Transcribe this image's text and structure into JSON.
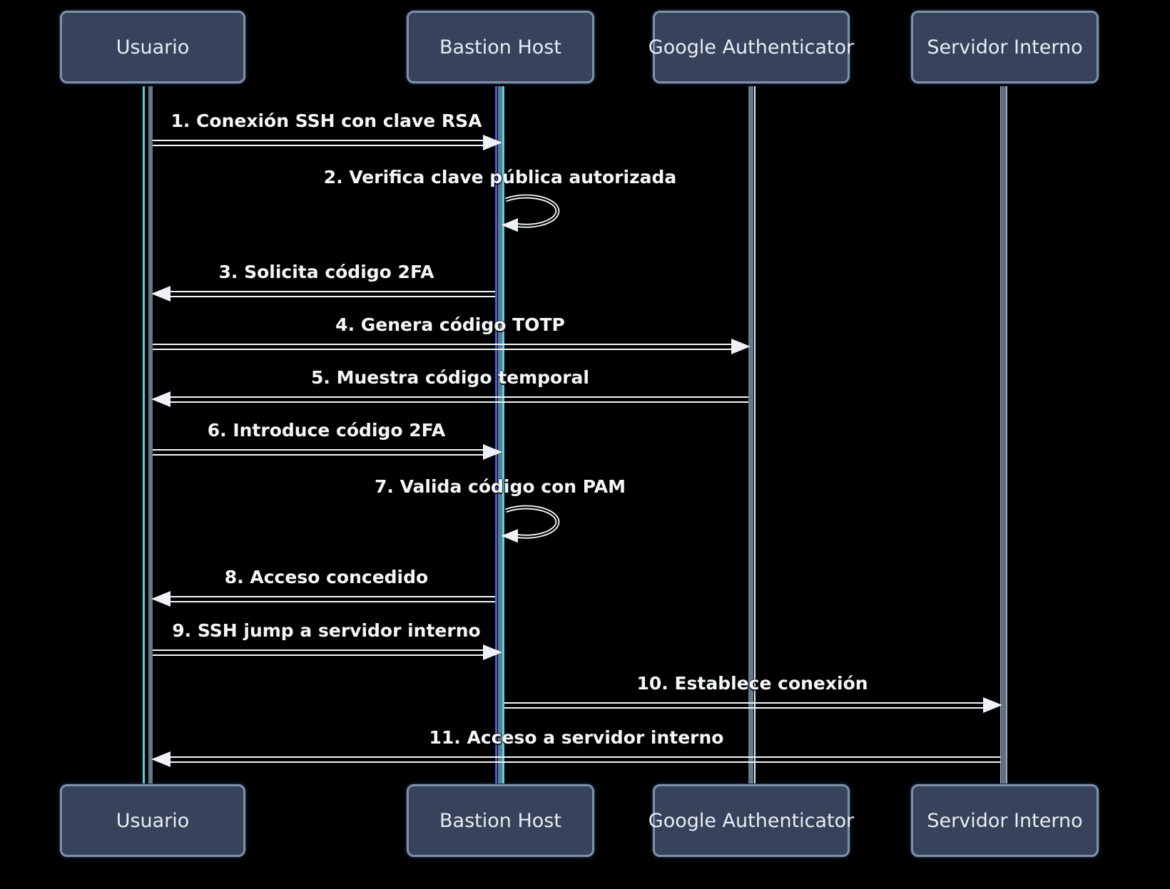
{
  "diagram": {
    "type": "sequence-diagram",
    "theme": "dark",
    "actors": [
      {
        "name": "Usuario"
      },
      {
        "name": "Bastion Host"
      },
      {
        "name": "Google Authenticator"
      },
      {
        "name": "Servidor Interno"
      }
    ],
    "messages": [
      {
        "label": "1. Conexión SSH con clave RSA",
        "from": "Usuario",
        "to": "Bastion Host",
        "kind": "arrow-right"
      },
      {
        "label": "2. Verifica clave pública autorizada",
        "from": "Bastion Host",
        "to": "Bastion Host",
        "kind": "self-loop"
      },
      {
        "label": "3. Solicita código 2FA",
        "from": "Bastion Host",
        "to": "Usuario",
        "kind": "arrow-left"
      },
      {
        "label": "4. Genera código TOTP",
        "from": "Usuario",
        "to": "Google Authenticator",
        "kind": "arrow-right"
      },
      {
        "label": "5. Muestra código temporal",
        "from": "Google Authenticator",
        "to": "Usuario",
        "kind": "arrow-left"
      },
      {
        "label": "6. Introduce código 2FA",
        "from": "Usuario",
        "to": "Bastion Host",
        "kind": "arrow-right"
      },
      {
        "label": "7. Valida código con PAM",
        "from": "Bastion Host",
        "to": "Bastion Host",
        "kind": "self-loop"
      },
      {
        "label": "8. Acceso concedido",
        "from": "Bastion Host",
        "to": "Usuario",
        "kind": "arrow-left"
      },
      {
        "label": "9. SSH jump a servidor interno",
        "from": "Usuario",
        "to": "Bastion Host",
        "kind": "arrow-right"
      },
      {
        "label": "10. Establece conexión",
        "from": "Bastion Host",
        "to": "Servidor Interno",
        "kind": "arrow-right"
      },
      {
        "label": "11. Acceso a servidor interno",
        "from": "Servidor Interno",
        "to": "Usuario",
        "kind": "arrow-left"
      }
    ],
    "colors": {
      "background": "#000000",
      "actor_fill": "#36435A",
      "actor_border": "#7E90A8",
      "actor_text": "#E8EDF4",
      "message_text": "#F4F7FA",
      "arrow": "#EEF2F7",
      "lifeline_gray": "#66788C",
      "accent_cyan": "#4FD8E8",
      "accent_blue": "#3A62D8"
    }
  }
}
